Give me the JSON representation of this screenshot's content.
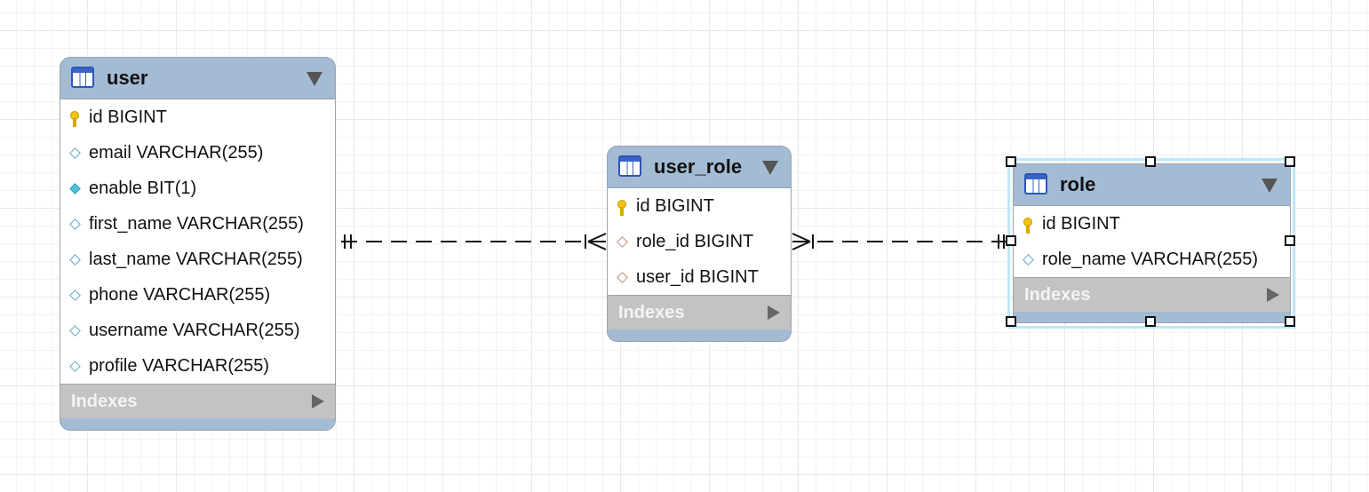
{
  "tables": {
    "user": {
      "name": "user",
      "columns": [
        {
          "name": "id BIGINT",
          "icon": "primary-key-icon"
        },
        {
          "name": "email VARCHAR(255)",
          "icon": "column-icon"
        },
        {
          "name": "enable BIT(1)",
          "icon": "not-null-column-icon"
        },
        {
          "name": "first_name VARCHAR(255)",
          "icon": "column-icon"
        },
        {
          "name": "last_name VARCHAR(255)",
          "icon": "column-icon"
        },
        {
          "name": "phone VARCHAR(255)",
          "icon": "column-icon"
        },
        {
          "name": "username VARCHAR(255)",
          "icon": "column-icon"
        },
        {
          "name": "profile VARCHAR(255)",
          "icon": "column-icon"
        }
      ],
      "indexes_label": "Indexes"
    },
    "user_role": {
      "name": "user_role",
      "columns": [
        {
          "name": "id BIGINT",
          "icon": "primary-key-icon"
        },
        {
          "name": "role_id BIGINT",
          "icon": "foreign-key-icon"
        },
        {
          "name": "user_id BIGINT",
          "icon": "foreign-key-icon"
        }
      ],
      "indexes_label": "Indexes"
    },
    "role": {
      "name": "role",
      "columns": [
        {
          "name": "id BIGINT",
          "icon": "primary-key-icon"
        },
        {
          "name": "role_name VARCHAR(255)",
          "icon": "column-icon"
        }
      ],
      "indexes_label": "Indexes"
    }
  },
  "relationships": [
    {
      "from": "user",
      "to": "user_role",
      "from_cardinality": "one-and-only-one",
      "to_cardinality": "one-or-many",
      "style": "dashed"
    },
    {
      "from": "role",
      "to": "user_role",
      "from_cardinality": "one-and-only-one",
      "to_cardinality": "one-or-many",
      "style": "dashed"
    }
  ],
  "selected_table": "role",
  "colors": {
    "header": "#a3bbd3",
    "indexes_bar": "#c3c3c3",
    "selection_glow": "#bfe7f7",
    "primary_key": "#f0c419",
    "column_diamond": "#5fa9c3",
    "foreign_key_diamond": "#c98a80"
  }
}
